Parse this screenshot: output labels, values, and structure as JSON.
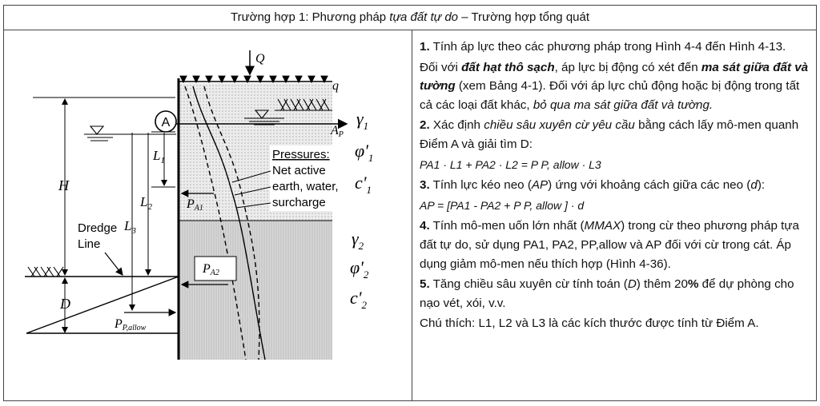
{
  "header": {
    "prefix": "Trường hợp 1: Phương pháp ",
    "italic": "tựa đất tự do",
    "suffix": " – Trường hợp tổng quát"
  },
  "figure": {
    "load_Q": "Q",
    "load_q": "q",
    "point_A": "A",
    "gamma1": "γ",
    "phi1": "φ'",
    "c1": "c'",
    "gamma2": "γ",
    "phi2": "φ'",
    "c2": "c'",
    "sub1": "1",
    "sub2": "2",
    "AP": "A",
    "AP_sub": "P",
    "H": "H",
    "L1": "L",
    "L2": "L",
    "L3": "L",
    "D": "D",
    "PA1": "P",
    "PA1_sub": "A1",
    "PA2": "P",
    "PA2_sub": "A2",
    "PP": "P",
    "PP_sub": "P,allow",
    "pressures_title": "Pressures:",
    "pressures_l1": "Net active",
    "pressures_l2": "earth, water,",
    "pressures_l3": "surcharge",
    "dredge_l1": "Dredge",
    "dredge_l2": "Line"
  },
  "steps": {
    "s1_num": "1.",
    "s1_a": " Tính áp lực theo các phương pháp trong Hình 4-4 đến Hình 4-13.",
    "s1b_a": "Đối với ",
    "s1b_b": "đất hạt thô sạch",
    "s1b_c": ", áp lực bị động có xét đến ",
    "s1b_d": "ma sát giữa đất và tường",
    "s1b_e": " (xem Bảng 4-1). Đối với áp lực chủ động hoặc bị động trong tất cả các loại đất khác, ",
    "s1b_f": "bỏ qua ma sát giữa đất và tường.",
    "s2_num": "2.",
    "s2_a": " Xác định ",
    "s2_b": "chiều sâu xuyên cừ yêu cầu",
    "s2_c": " bằng cách lấy mô-men quanh Điểm A và giải tìm D:",
    "eq1": "PA1 · L1 + PA2 · L2 = P P, allow · L3",
    "s3_num": "3.",
    "s3_a": " Tính lực kéo neo (",
    "s3_b": "AP",
    "s3_c": ") ứng với khoảng cách giữa các neo (",
    "s3_d": "d",
    "s3_e": "):",
    "eq2": "AP = [PA1 - PA2 + P P, allow ] · d",
    "s4_num": "4.",
    "s4_a": " Tính mô-men uốn lớn nhất (",
    "s4_b": "MMAX",
    "s4_c": ") trong cừ theo phương pháp tựa đất tự do, sử dụng PA1, PA2, PP,allow và AP đối với cừ trong cát. Áp dụng giảm mô-men nếu thích hợp (Hình 4-36).",
    "s5_num": "5.",
    "s5_a": " Tăng chiều sâu xuyên cừ tính toán (",
    "s5_b": "D",
    "s5_c": ") thêm 20",
    "s5_d": "%",
    "s5_e": " để dự phòng cho nạo vét, xói, v.v.",
    "note": "Chú thích: L1, L2 và L3 là các kích thước được tính từ Điểm A."
  }
}
